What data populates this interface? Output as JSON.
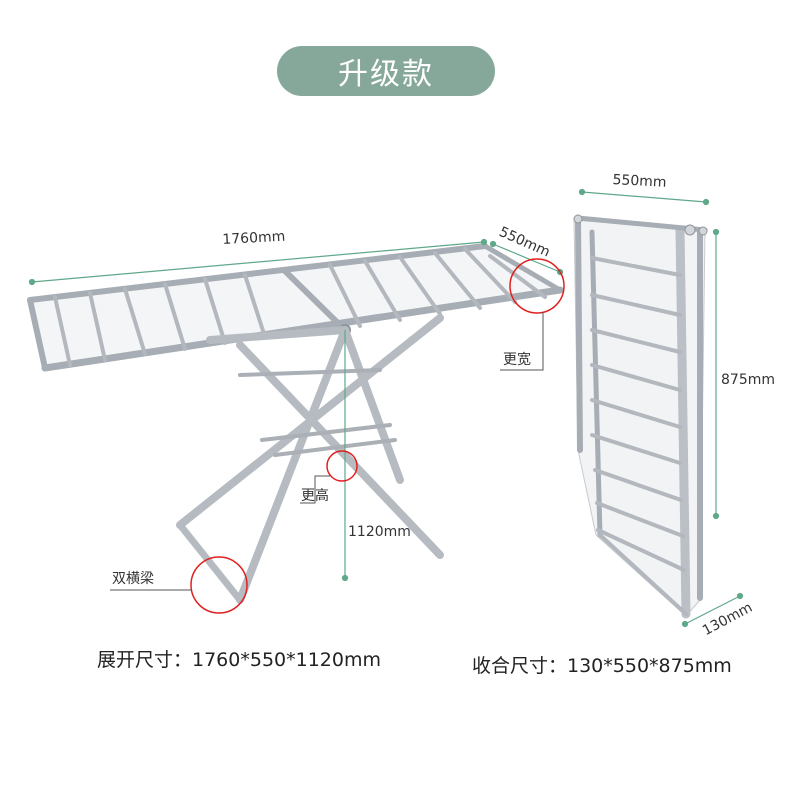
{
  "badge": {
    "title": "升级款"
  },
  "unfolded": {
    "length_label": "1760mm",
    "width_label": "550mm",
    "height_label": "1120mm",
    "wider_callout": "更宽",
    "higher_callout": "更高",
    "double_beam_callout": "双横梁",
    "size_caption": "展开尺寸：1760*550*1120mm"
  },
  "folded": {
    "width_label": "550mm",
    "height_label": "875mm",
    "depth_label": "130mm",
    "size_caption": "收合尺寸：130*550*875mm"
  },
  "colors": {
    "badge": "#86a89b",
    "dimension_line": "#5fa88a",
    "highlight_circle": "#e02020",
    "steel": "#b9bec4"
  }
}
